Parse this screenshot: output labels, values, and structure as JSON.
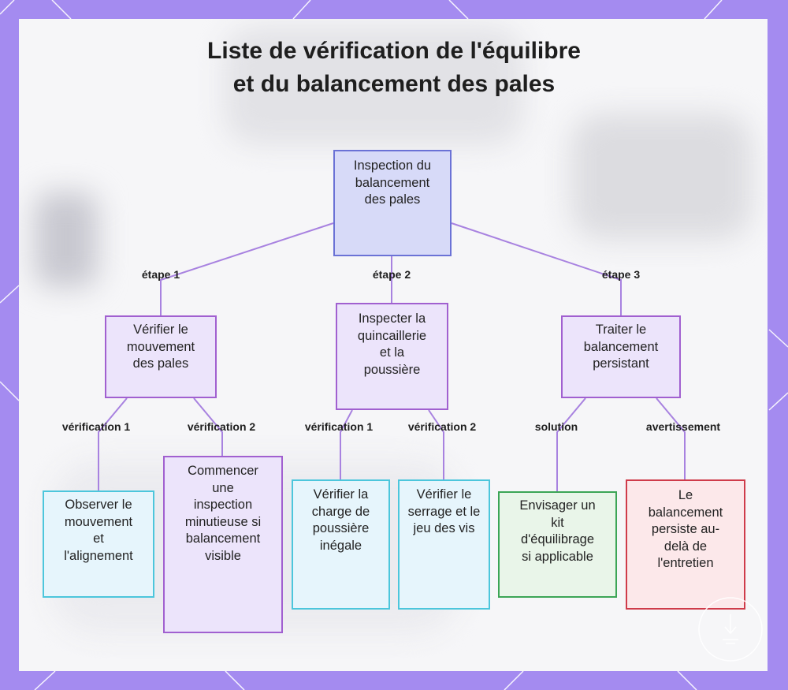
{
  "title": {
    "line1": "Liste de vérification de l'équilibre",
    "line2": "et du balancement des pales"
  },
  "colors": {
    "frame": "#a48bf0",
    "root": "#d7daf8",
    "step": "#ece4fb",
    "check": "#e6f5fc",
    "solution": "#e9f5e9",
    "warning": "#fce8ea",
    "connector": "#a882e0"
  },
  "root": {
    "text": "Inspection du balancement des pales"
  },
  "steps": [
    {
      "label": "étape 1",
      "text": "Vérifier le mouvement des pales"
    },
    {
      "label": "étape 2",
      "text": "Inspecter la quincaillerie et la poussière"
    },
    {
      "label": "étape 3",
      "text": "Traiter le balancement persistant"
    }
  ],
  "leaves": [
    {
      "label": "vérification 1",
      "text": "Observer le mouvement et l'alignement"
    },
    {
      "label": "vérification 2",
      "text": "Commencer une inspection minutieuse si balancement visible"
    },
    {
      "label": "vérification 1",
      "text": "Vérifier la charge de poussière inégale"
    },
    {
      "label": "vérification 2",
      "text": "Vérifier le serrage et le jeu des vis"
    },
    {
      "label": "solution",
      "text": "Envisager un kit d'équilibrage si applicable"
    },
    {
      "label": "avertissement",
      "text": "Le balancement persiste au-delà de l'entretien"
    }
  ]
}
